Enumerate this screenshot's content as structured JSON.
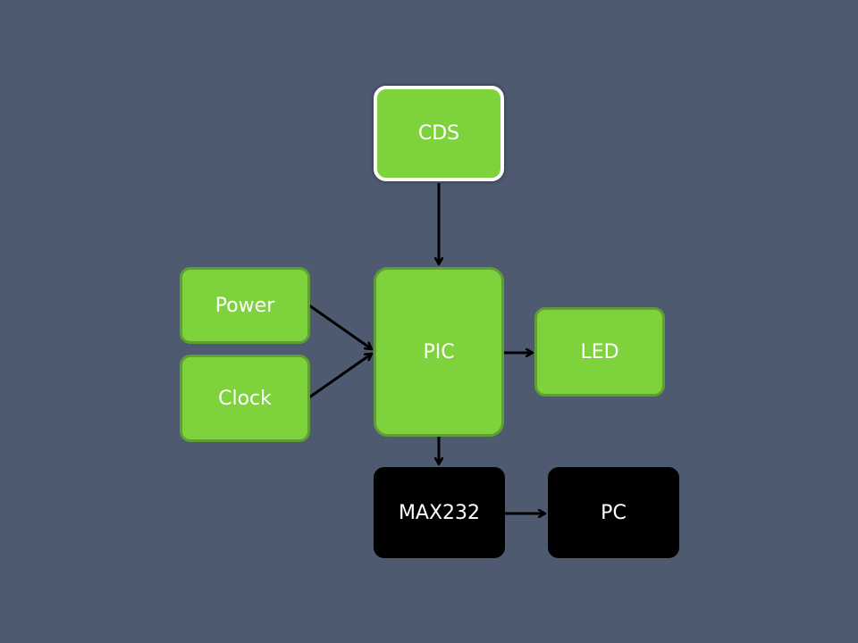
{
  "diagram": {
    "blocks": {
      "cds": "CDS",
      "pic": "PIC",
      "power": "Power",
      "clock": "Clock",
      "led": "LED",
      "max232": "MAX232",
      "pc": "PC"
    },
    "colors": {
      "background": "#4d5a6f",
      "block_green": "#7ed23b",
      "block_green_border": "#5f9e35",
      "block_black": "#000000",
      "text": "#ffffff",
      "arrow": "#000000"
    },
    "connections": [
      {
        "from": "CDS",
        "to": "PIC"
      },
      {
        "from": "Power",
        "to": "PIC"
      },
      {
        "from": "Clock",
        "to": "PIC"
      },
      {
        "from": "PIC",
        "to": "LED"
      },
      {
        "from": "PIC",
        "to": "MAX232"
      },
      {
        "from": "MAX232",
        "to": "PC"
      }
    ]
  }
}
